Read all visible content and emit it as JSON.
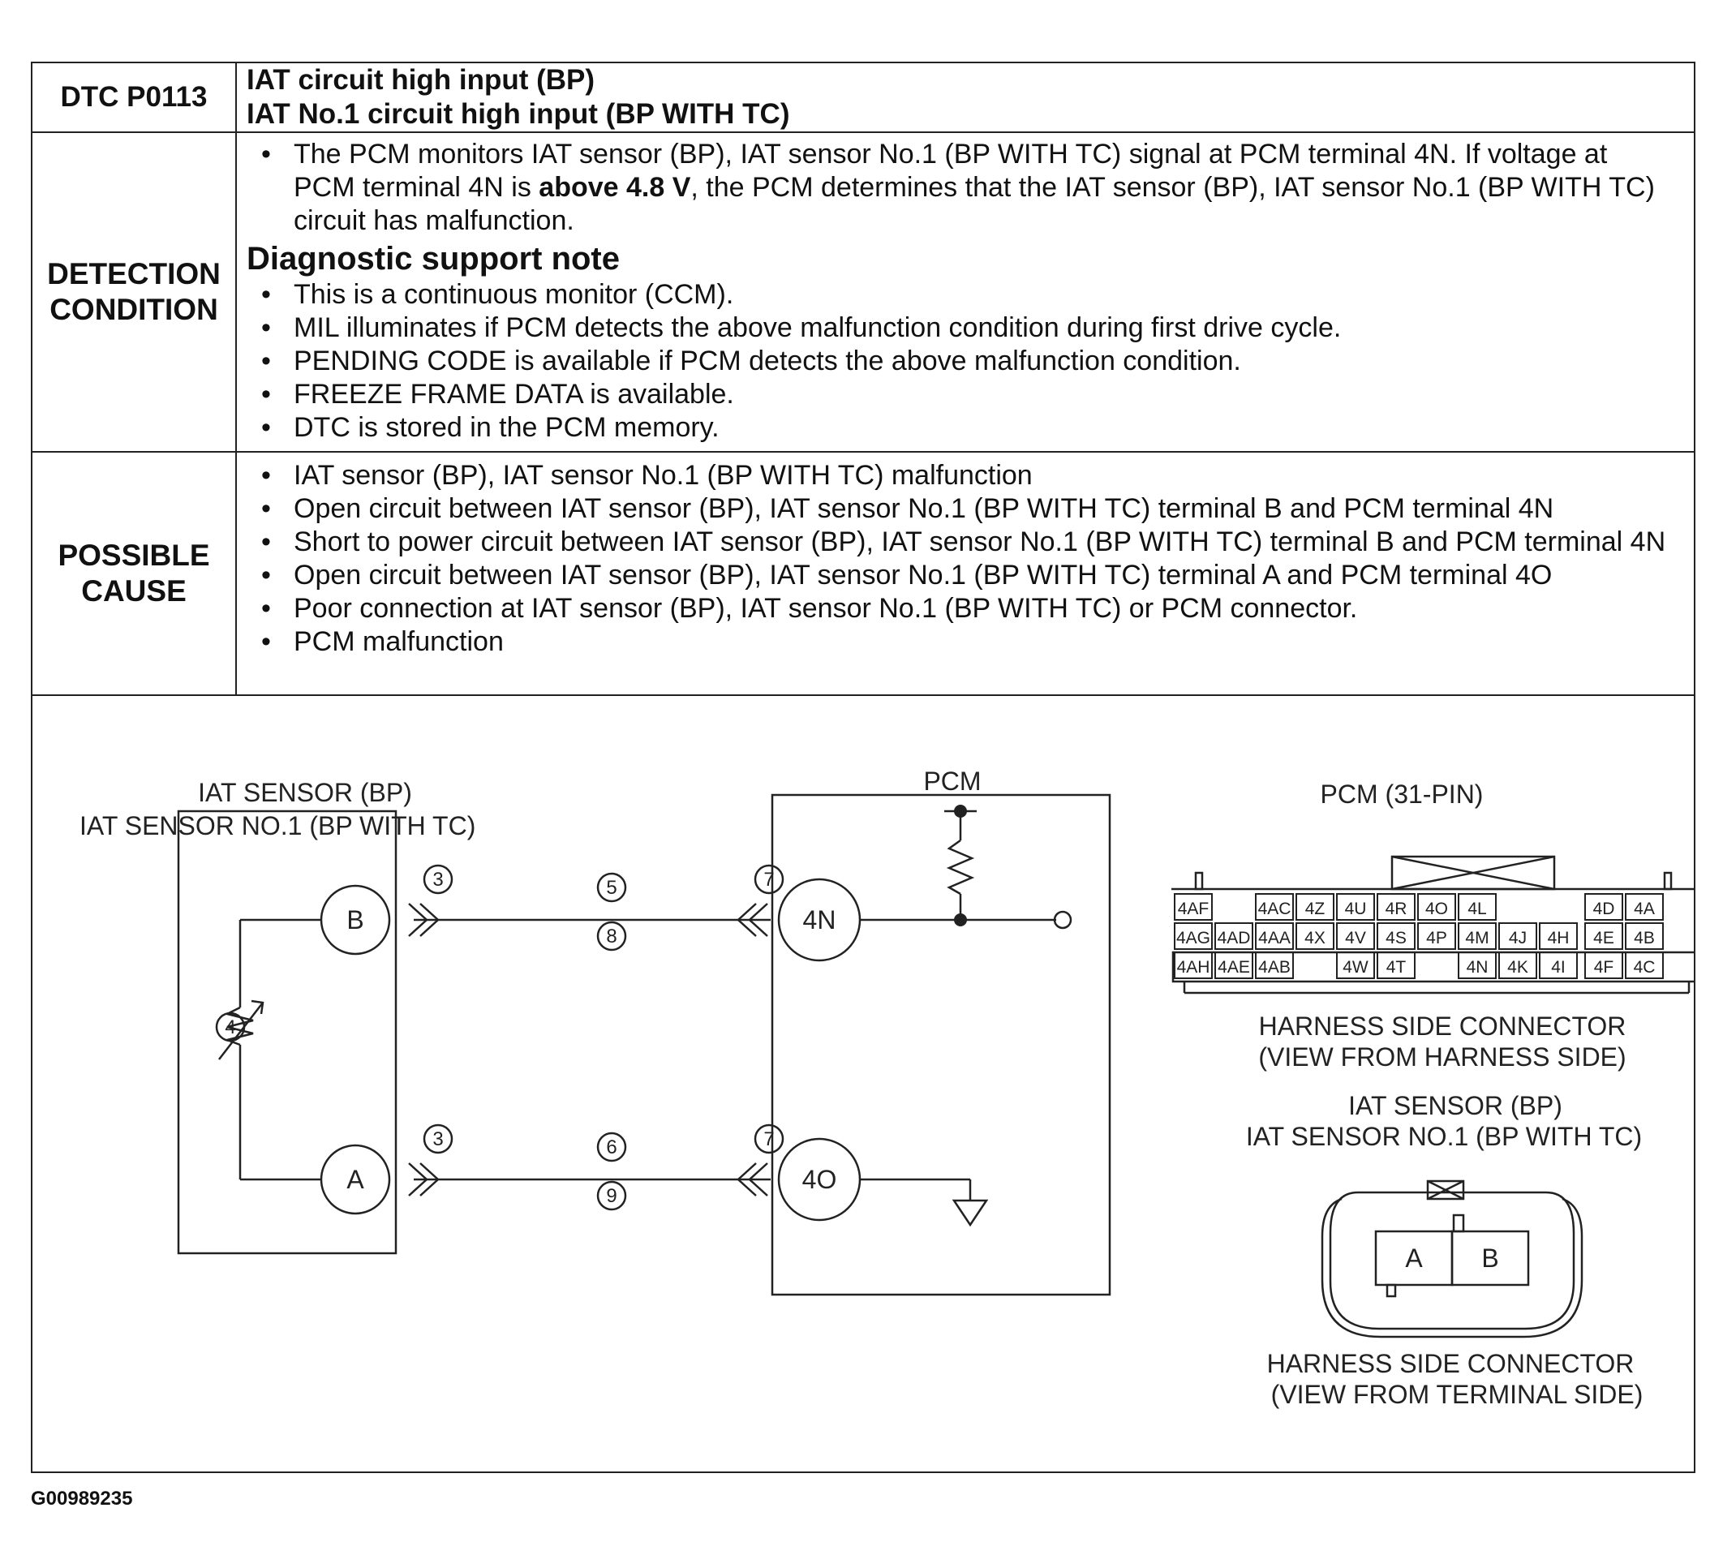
{
  "header": {
    "code": "DTC P0113",
    "title_line1": "IAT circuit high input (BP)",
    "title_line2": "IAT No.1 circuit high input (BP WITH TC)"
  },
  "detection": {
    "label_line1": "DETECTION",
    "label_line2": "CONDITION",
    "intro_part1": "The PCM monitors IAT sensor (BP), IAT sensor No.1 (BP WITH TC) signal at PCM terminal 4N. If voltage at PCM terminal 4N is ",
    "intro_bold": "above 4.8 V",
    "intro_part2": ", the PCM determines that the IAT sensor (BP), IAT sensor No.1 (BP WITH TC) circuit has malfunction.",
    "note_heading": "Diagnostic support note",
    "notes": [
      "This is a continuous monitor (CCM).",
      "MIL illuminates if PCM detects the above malfunction condition during first drive cycle.",
      "PENDING CODE is available if PCM detects the above malfunction condition.",
      "FREEZE FRAME DATA is available.",
      "DTC is stored in the PCM memory."
    ]
  },
  "cause": {
    "label_line1": "POSSIBLE",
    "label_line2": "CAUSE",
    "items": [
      "IAT sensor (BP), IAT sensor No.1 (BP WITH TC) malfunction",
      "Open circuit between IAT sensor (BP), IAT sensor No.1 (BP WITH TC) terminal B and PCM terminal 4N",
      "Short to power circuit between IAT sensor (BP), IAT sensor No.1 (BP WITH TC) terminal B and PCM terminal 4N",
      "Open circuit between IAT sensor (BP), IAT sensor No.1 (BP WITH TC) terminal A and PCM terminal 4O",
      "Poor connection at IAT sensor (BP), IAT sensor No.1 (BP WITH TC) or PCM connector.",
      "PCM malfunction"
    ]
  },
  "diagram": {
    "sensor_title1": "IAT SENSOR (BP)",
    "sensor_title2": "IAT SENSOR NO.1 (BP WITH TC)",
    "pcm_title": "PCM",
    "pin_b": "B",
    "pin_a": "A",
    "pin_4n": "4N",
    "pin_4o": "4O",
    "callout_3": "3",
    "callout_4": "4",
    "callout_5": "5",
    "callout_6": "6",
    "callout_7": "7",
    "callout_8": "8",
    "callout_9": "9",
    "pcm_connector_title": "PCM (31-PIN)",
    "pcm_pins_row1": [
      "4AF",
      "4AC",
      "4Z",
      "4U",
      "4R",
      "4O",
      "4L",
      "4D",
      "4A"
    ],
    "pcm_pins_row2": [
      "4AG",
      "4AD",
      "4AA",
      "4X",
      "4V",
      "4S",
      "4P",
      "4M",
      "4J",
      "4H",
      "4E",
      "4B"
    ],
    "pcm_pins_row3": [
      "4AH",
      "4AE",
      "4AB",
      "4W",
      "4T",
      "4N",
      "4K",
      "4I",
      "4F",
      "4C"
    ],
    "harness_label1": "HARNESS SIDE CONNECTOR",
    "harness_view1": "(VIEW FROM HARNESS SIDE)",
    "sensor_conn_title1": "IAT SENSOR (BP)",
    "sensor_conn_title2": "IAT SENSOR NO.1 (BP WITH TC)",
    "sensor_pin_a": "A",
    "sensor_pin_b": "B",
    "harness_label2": "HARNESS SIDE CONNECTOR",
    "harness_view2": "(VIEW FROM TERMINAL SIDE)"
  },
  "figure_id": "G00989235"
}
